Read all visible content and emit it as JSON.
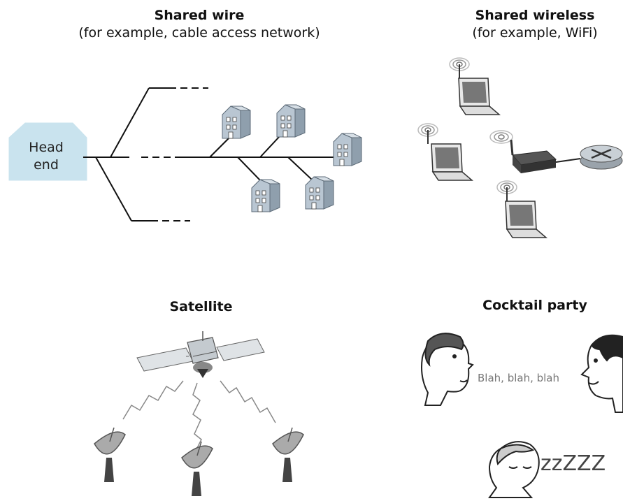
{
  "shared_wire": {
    "title": "Shared wire",
    "subtitle": "(for example, cable access network)",
    "head_end_line1": "Head",
    "head_end_line2": "end"
  },
  "shared_wireless": {
    "title": "Shared wireless",
    "subtitle": "(for example, WiFi)"
  },
  "satellite": {
    "title": "Satellite"
  },
  "cocktail_party": {
    "title": "Cocktail party",
    "speech": "Blah, blah, blah",
    "sleep": "zzZZZ"
  },
  "colors": {
    "house": "#b9c6d2",
    "head_end": "#c9e3ee",
    "line": "#111111",
    "device": "#555555"
  }
}
